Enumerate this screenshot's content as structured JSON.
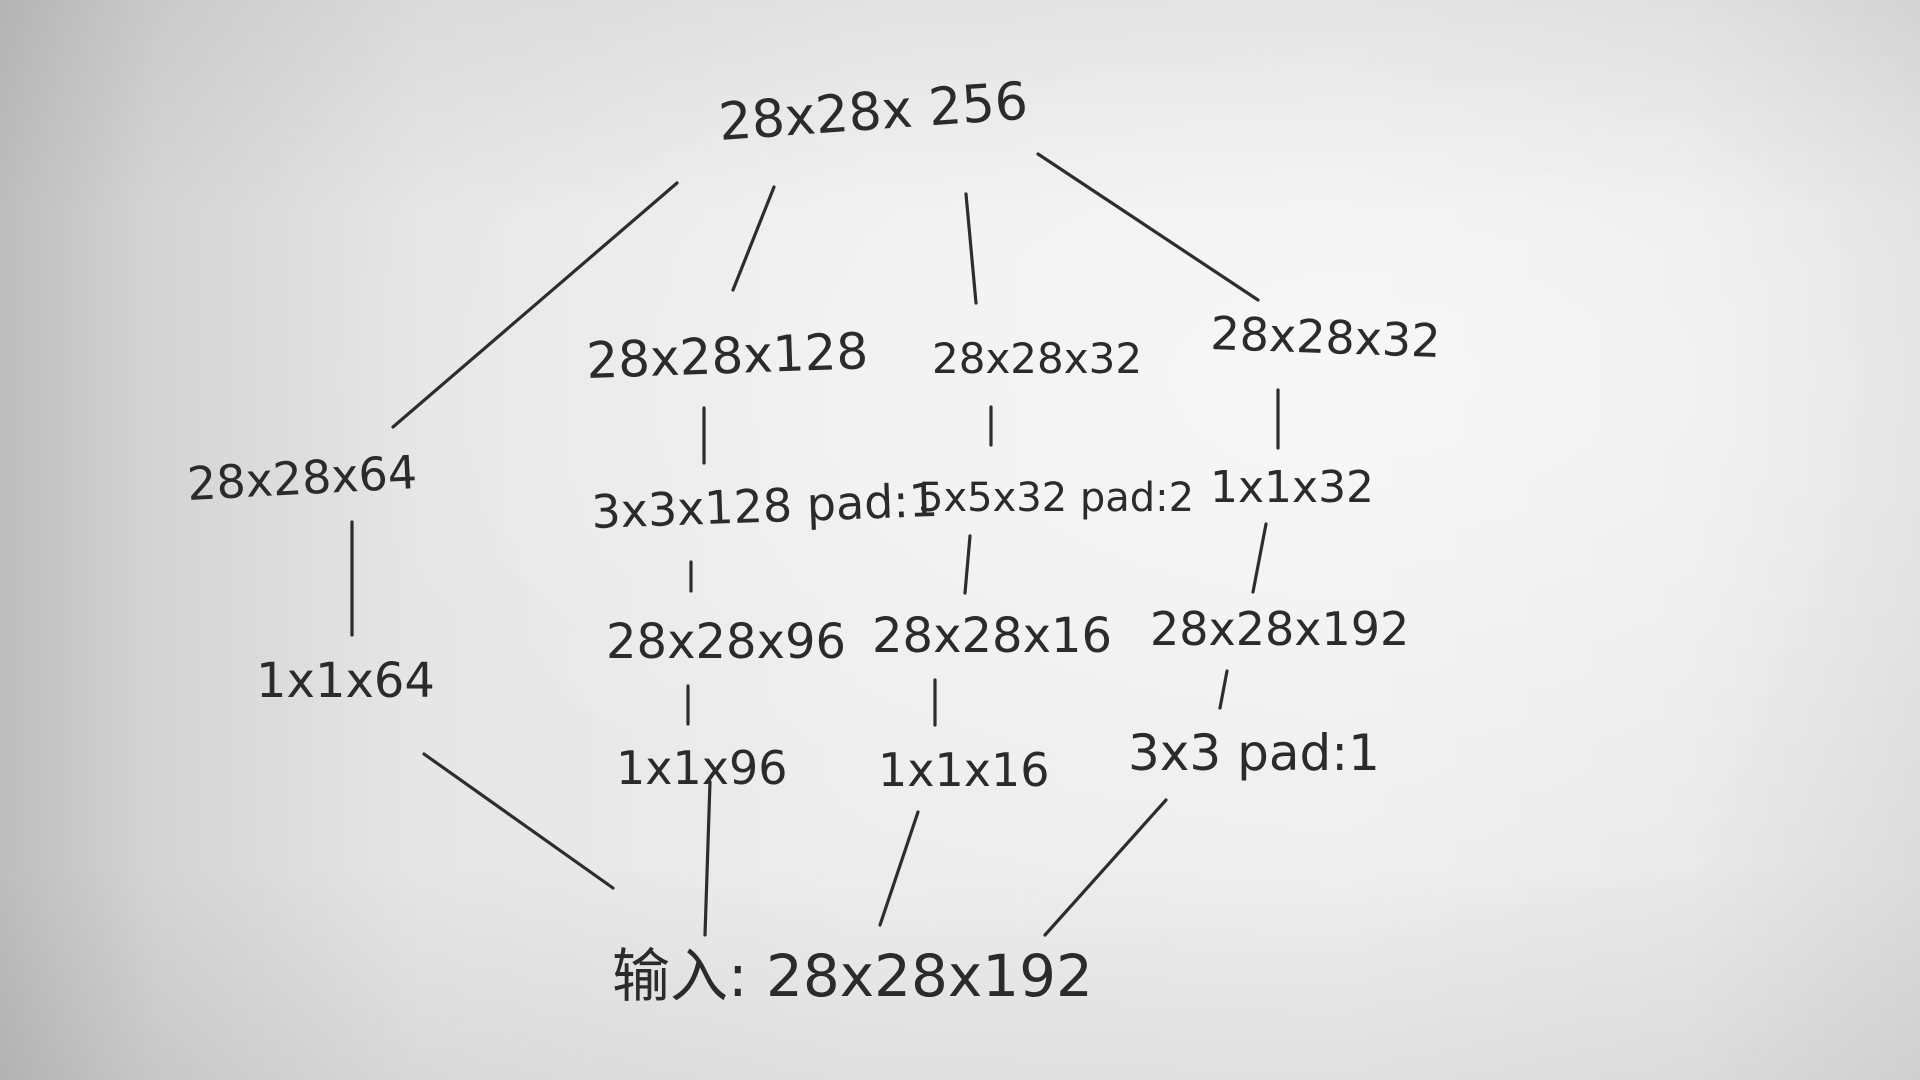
{
  "nodes": {
    "output": "28x28x 256",
    "b1_out": "28x28x64",
    "b1_conv": "1x1x64",
    "b2_out": "28x28x128",
    "b2_conv": "3x3x128 pad:1",
    "b2_mid": "28x28x96",
    "b2_reduce": "1x1x96",
    "b3_out": "28x28x32",
    "b3_conv": "5x5x32 pad:2",
    "b3_mid": "28x28x16",
    "b3_reduce": "1x1x16",
    "b4_out": "28x28x32",
    "b4_conv": "1x1x32",
    "b4_mid": "28x28x192",
    "b4_pool": "3x3  pad:1",
    "input": "输入: 28x28x192"
  },
  "colors": {
    "ink": "#2b2b2b",
    "paper": "#ececec"
  }
}
